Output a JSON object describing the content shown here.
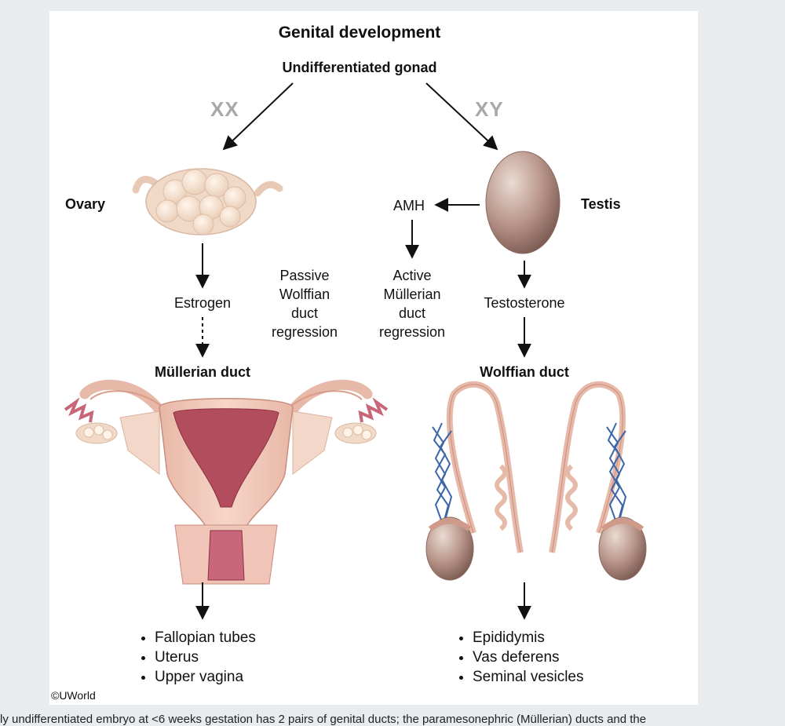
{
  "diagram": {
    "title": "Genital development",
    "root": "Undifferentiated gonad",
    "xx_label": "XX",
    "xy_label": "XY",
    "female": {
      "gonad": "Ovary",
      "hormone": "Estrogen",
      "duct": "Müllerian duct",
      "passive_regression": "Passive\nWolffian\nduct\nregression",
      "derivatives": [
        "Fallopian tubes",
        "Uterus",
        "Upper vagina"
      ]
    },
    "male": {
      "gonad": "Testis",
      "amh": "AMH",
      "active_regression": "Active\nMüllerian\nduct\nregression",
      "hormone": "Testosterone",
      "duct": "Wolffian duct",
      "derivatives": [
        "Epididymis",
        "Vas deferens",
        "Seminal vesicles"
      ]
    },
    "copyright": "©UWorld"
  },
  "caption": "ly undifferentiated embryo at <6 weeks gestation has 2 pairs of genital ducts; the paramesonephric (Müllerian) ducts and the"
}
